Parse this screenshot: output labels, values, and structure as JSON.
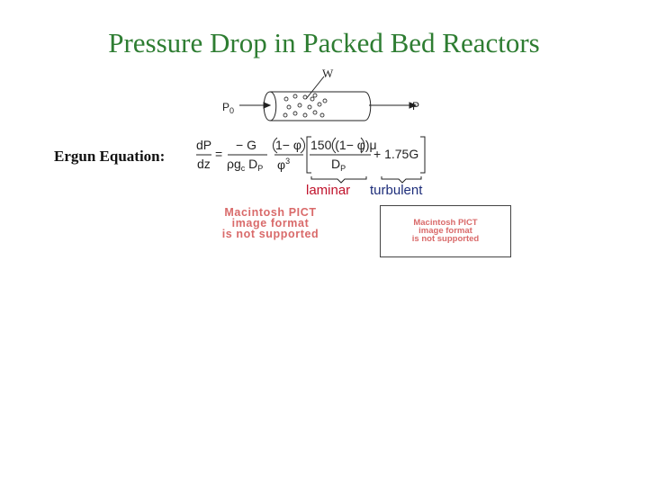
{
  "title": "Pressure Drop in Packed Bed Reactors",
  "equation_label": "Ergun Equation:",
  "reactor": {
    "w_label": "W",
    "inlet_label": "P",
    "inlet_sub": "0",
    "outlet_label": "P"
  },
  "equation": {
    "lhs_num": "dP",
    "lhs_den": "dz",
    "equals": "=",
    "t1_num": "− G",
    "t1_den_a": "ρg",
    "t1_den_sub": "c",
    "t1_den_b": " D",
    "t1_den_sub2": "P",
    "t2_num": "1− φ",
    "t2_den": "φ",
    "t2_den_sup": "3",
    "t3_num": "150 (1− φ)μ",
    "t3_den": "D",
    "t3_den_sub": "P",
    "t3_plus": "+ 1.75G"
  },
  "brace_labels": {
    "laminar": "laminar",
    "turbulent": "turbulent"
  },
  "placeholders": {
    "left": [
      "Macintosh PICT",
      "image format",
      "is not supported"
    ],
    "right": [
      "Macintosh PICT",
      "image format",
      "is not supported"
    ]
  }
}
